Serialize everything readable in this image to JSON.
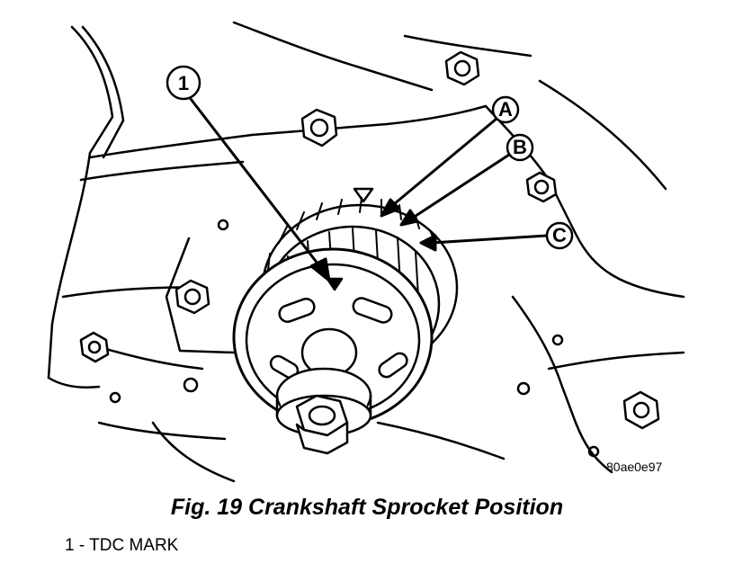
{
  "figure": {
    "image_code": "80ae0e97",
    "callouts": [
      "1",
      "A",
      "B",
      "C"
    ]
  },
  "caption": "Fig. 19 Crankshaft Sprocket Position",
  "legend": [
    {
      "number": "1",
      "separator": " - ",
      "text": "TDC MARK"
    }
  ]
}
